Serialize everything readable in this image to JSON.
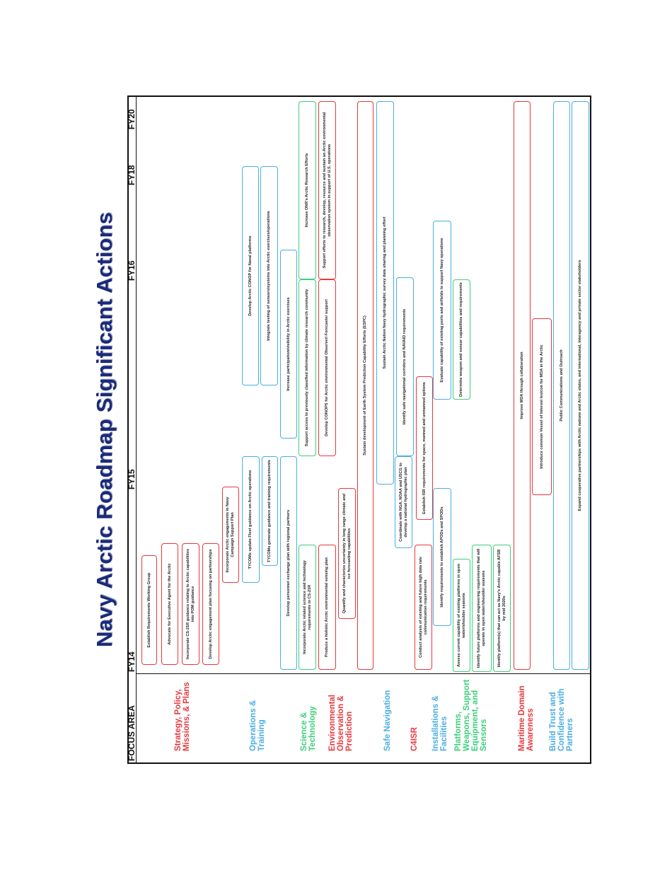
{
  "title": "Navy Arctic Roadmap Significant Actions",
  "header": {
    "focus_area": "FOCUS AREA",
    "fiscal_years": [
      "FY14",
      "FY15",
      "FY16",
      "FY18",
      "FY20"
    ]
  },
  "colors": {
    "red": "#e8383d",
    "blue": "#4aaee0",
    "green": "#3ccf7c",
    "title": "#1b2a7a"
  },
  "focus_areas": [
    {
      "label": "Strategy, Policy, Missions, & Plans",
      "color": "red"
    },
    {
      "label": "Operations & Training",
      "color": "blue"
    },
    {
      "label": "Science & Technology",
      "color": "green"
    },
    {
      "label": "Environmental Observation & Prediction",
      "color": "red"
    },
    {
      "label": "Safe Navigation",
      "color": "blue"
    },
    {
      "label": "C4ISR",
      "color": "red"
    },
    {
      "label": "Installations & Facilities",
      "color": "blue"
    },
    {
      "label": "Platforms, Weapons, Support Equipment, and Sensors",
      "color": "green"
    },
    {
      "label": "Maritime Domain Awareness",
      "color": "red"
    },
    {
      "label": "Build Trust and Confidence with Partners",
      "color": "blue"
    }
  ],
  "actions": [
    {
      "text": "Establish Requirements Working Group",
      "color": "red"
    },
    {
      "text": "Advocate for Executive Agent for the Arctic",
      "color": "red"
    },
    {
      "text": "Incorporate CS-21R guidance relating to Arctic capabilities into POM guidance",
      "color": "red"
    },
    {
      "text": "Develop Arctic engagement plan focusing on partnerships",
      "color": "red"
    },
    {
      "text": "Incorporate Arctic engagements in Navy Campaign Support Plan",
      "color": "red"
    },
    {
      "text": "TYCOMs update Fleet guidance on Arctic operations",
      "color": "blue"
    },
    {
      "text": "Develop Arctic CONOP for Naval platforms",
      "color": "blue"
    },
    {
      "text": "TYCOMs generate guidance and training requirements",
      "color": "blue"
    },
    {
      "text": "Integrate testing of sensors/systems into Arctic exercises/operations",
      "color": "blue"
    },
    {
      "text": "Develop personnel exchange plan with regional partners",
      "color": "blue"
    },
    {
      "text": "Increase participation/visibility in Arctic exercises",
      "color": "blue"
    },
    {
      "text": "Incorporate Arctic related science and technology requirements in CS-21R",
      "color": "green"
    },
    {
      "text": "Support access to previously classified information by climate research community",
      "color": "green"
    },
    {
      "text": "Increase ONR's Arctic Research Efforts",
      "color": "green"
    },
    {
      "text": "Produce a holistic Arctic environmental sensing plan",
      "color": "red"
    },
    {
      "text": "Quantify and characterize uncertainty in long range climate and ice forecasting capabilities",
      "color": "red"
    },
    {
      "text": "Develop CONOPS for Arctic environmental Observer/ Forecaster support",
      "color": "red"
    },
    {
      "text": "Support efforts to research, develop, resource and sustain an Arctic environmental observation system in support of U.S. operations",
      "color": "red"
    },
    {
      "text": "Sustain development of Earth System Prediction Capability Efforts (ESPC)",
      "color": "red"
    },
    {
      "text": "Sustain Arctic Nation Navy hydrographic survey data sharing and planning effort",
      "color": "blue"
    },
    {
      "text": "Coordinate with NGA, NOAA and USCG to develop a national hydrographic plan",
      "color": "blue"
    },
    {
      "text": "Identify safe navigational corridors and NAVAID requirements",
      "color": "blue"
    },
    {
      "text": "Conduct analysis of existing and future high data rate communication requirements",
      "color": "red"
    },
    {
      "text": "Establish ISR requirements for space, manned and unmanned options",
      "color": "red"
    },
    {
      "text": "Identify requirements to establish APODs and SPODs",
      "color": "blue"
    },
    {
      "text": "Evaluate capability of existing ports and airfields to support Navy operations",
      "color": "blue"
    },
    {
      "text": "Assess current capability of existing platforms in open water/shoulder seasons",
      "color": "green"
    },
    {
      "text": "Identify future platforms and engineering requirements that will operate in open water/shoulder seasons",
      "color": "green"
    },
    {
      "text": "Identify platform(s) that can act as Navy's Arctic capable AFSB by mid 2020s",
      "color": "green"
    },
    {
      "text": "Determine weapon and sensor capabilities and requirements",
      "color": "green"
    },
    {
      "text": "Improve MDA through collaboration",
      "color": "red"
    },
    {
      "text": "Introduce common Vessel of Interest lexicon for MDA in the Arctic",
      "color": "red"
    },
    {
      "text": "Public Communications and Outreach",
      "color": "blue"
    },
    {
      "text": "Expand cooperative partnerships with Arctic nations and Arctic states, and international, interagency and private sector stakeholders",
      "color": "blue"
    }
  ]
}
